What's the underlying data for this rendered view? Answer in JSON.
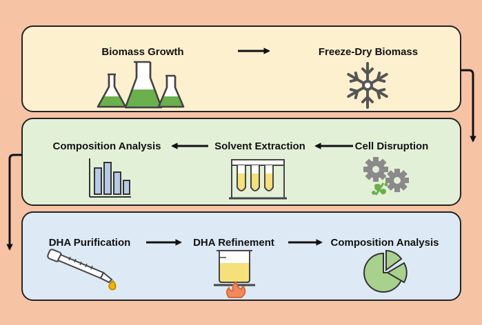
{
  "colors": {
    "background": "#f6c3a5",
    "panel_1": "#fdf0cf",
    "panel_2": "#e3f0d8",
    "panel_3": "#dde9f5",
    "flask_liquid": "#6ab04c",
    "chart_bar": "#b6c9e6",
    "tube_liquid": "#f5e07a",
    "gear": "#8a8a8a",
    "pie": "#a9d18e",
    "oil_drop": "#f0b400",
    "flame": "#f08a5d"
  },
  "panels": [
    {
      "steps": [
        {
          "label": "Biomass Growth",
          "icon": "flasks-icon"
        },
        {
          "label": "Freeze-Dry Biomass",
          "icon": "snowflake-icon"
        }
      ]
    },
    {
      "steps": [
        {
          "label": "Composition Analysis",
          "icon": "bar-chart-icon"
        },
        {
          "label": "Solvent Extraction",
          "icon": "test-tubes-icon"
        },
        {
          "label": "Cell Disruption",
          "icon": "gears-icon"
        }
      ]
    },
    {
      "steps": [
        {
          "label": "DHA Purification",
          "icon": "dropper-icon"
        },
        {
          "label": "DHA Refinement",
          "icon": "beaker-flame-icon"
        },
        {
          "label": "Composition Analysis",
          "icon": "pie-chart-icon"
        }
      ]
    }
  ]
}
